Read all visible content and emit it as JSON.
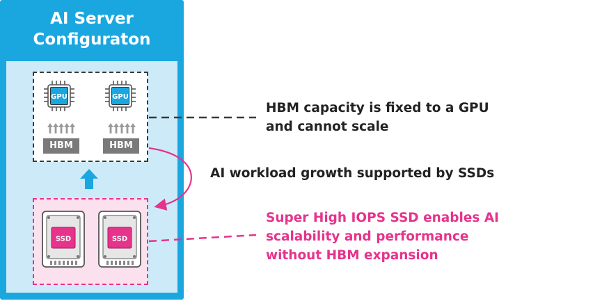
{
  "server": {
    "title_line1": "AI Server",
    "title_line2": "Configuraton"
  },
  "gpus": [
    {
      "chip_label": "GPU",
      "memory_label": "HBM"
    },
    {
      "chip_label": "GPU",
      "memory_label": "HBM"
    }
  ],
  "ssds": [
    {
      "label": "SSD"
    },
    {
      "label": "SSD"
    }
  ],
  "callouts": {
    "hbm_line1": "HBM capacity is fixed to a GPU",
    "hbm_line2": "and cannot scale",
    "growth": "AI workload growth supported by SSDs",
    "ssd_line1": "Super High IOPS SSD enables AI",
    "ssd_line2": "scalability and performance",
    "ssd_line3": "without HBM expansion"
  },
  "colors": {
    "server_blue": "#1aa7e0",
    "inner_blue": "#cdeaf9",
    "accent_pink": "#e6338c",
    "dark_text": "#222222"
  }
}
